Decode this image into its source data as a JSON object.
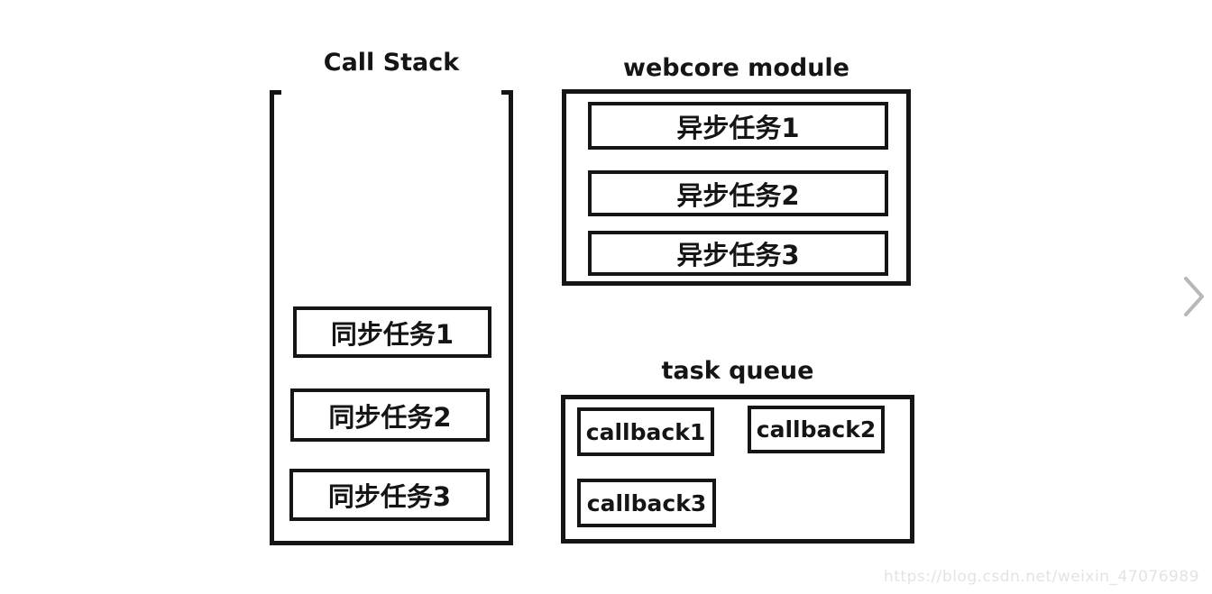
{
  "diagram": {
    "call_stack": {
      "title": "Call Stack",
      "items": [
        "同步任务1",
        "同步任务2",
        "同步任务3"
      ]
    },
    "webcore": {
      "title": "webcore module",
      "items": [
        "异步任务1",
        "异步任务2",
        "异步任务3"
      ]
    },
    "task_queue": {
      "title": "task queue",
      "items": [
        "callback1",
        "callback2",
        "callback3"
      ]
    }
  },
  "watermark": "https://blog.csdn.net/weixin_47076989",
  "icons": {
    "next_chevron": "chevron-right-icon"
  },
  "colors": {
    "line": "#151515",
    "background": "#ffffff",
    "watermark_text": "#e3e3e3",
    "chevron": "#b8b8b8"
  }
}
